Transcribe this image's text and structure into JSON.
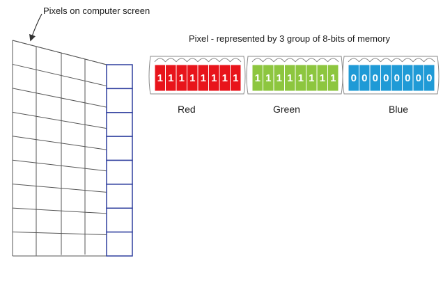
{
  "labels": {
    "screen": "Pixels on computer screen",
    "pixel": "Pixel  - represented by 3 group of 8-bits of memory"
  },
  "channels": [
    {
      "name": "Red",
      "bits": [
        "1",
        "1",
        "1",
        "1",
        "1",
        "1",
        "1",
        "1"
      ],
      "color": "#e8141b"
    },
    {
      "name": "Green",
      "bits": [
        "1",
        "1",
        "1",
        "1",
        "1",
        "1",
        "1",
        "1"
      ],
      "color": "#8dc63f"
    },
    {
      "name": "Blue",
      "bits": [
        "0",
        "0",
        "0",
        "0",
        "0",
        "0",
        "0",
        "0"
      ],
      "color": "#1f9ad6"
    }
  ],
  "colors": {
    "grid_line": "#555555",
    "highlight_column": "#2f3f9e"
  }
}
